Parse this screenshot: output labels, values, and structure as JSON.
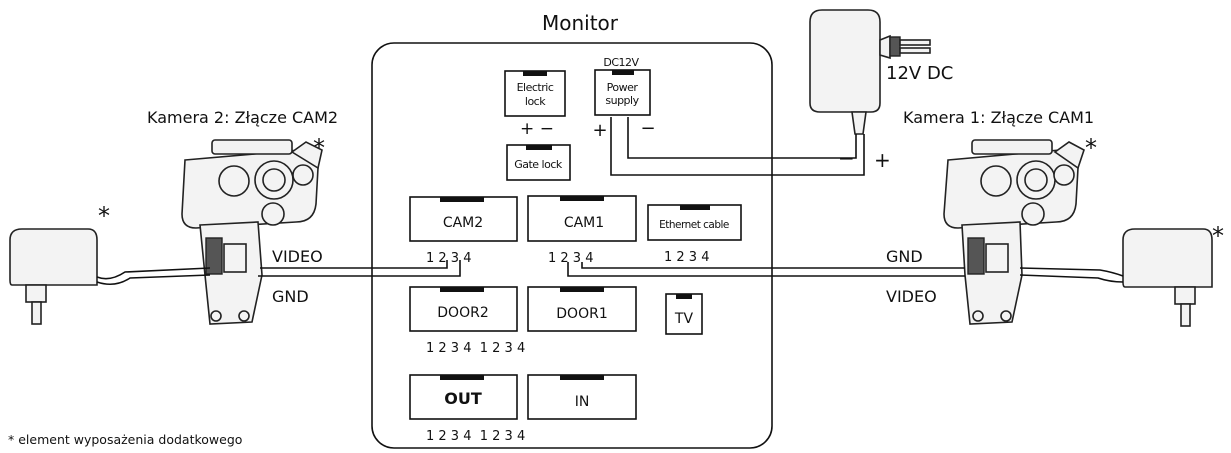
{
  "monitor": {
    "title": "Monitor",
    "electric_lock": [
      "Electric",
      "lock"
    ],
    "electric_lock_polarity": "+ −",
    "gate_lock": "Gate lock",
    "power_supply_rating": "DC12V",
    "power_supply": [
      "Power",
      "supply"
    ],
    "power_plus": "+",
    "power_minus": "−",
    "cam2": "CAM2",
    "cam1": "CAM1",
    "ethernet": "Ethernet cable",
    "door2": "DOOR2",
    "door1": "DOOR1",
    "tv": "TV",
    "out": "OUT",
    "in": "IN",
    "pins_cam2": "1 2 3 4",
    "pins_cam1": "1 2 3 4",
    "pins_ethernet": "1 2 3 4",
    "pins_door": "1 2 3 4  1 2 3 4",
    "pins_outin": "1 2 3 4  1 2 3 4"
  },
  "adapter": {
    "label": "12V DC",
    "minus": "−",
    "plus": "+"
  },
  "camera2": {
    "label": "Kamera 2: Złącze CAM2",
    "asterisk": "*",
    "psu_asterisk": "*",
    "video": "VIDEO",
    "gnd": "GND"
  },
  "camera1": {
    "label": "Kamera 1: Złącze CAM1",
    "asterisk": "*",
    "psu_asterisk": "*",
    "gnd": "GND",
    "video": "VIDEO"
  },
  "footnote": "* element wyposażenia dodatkowego"
}
